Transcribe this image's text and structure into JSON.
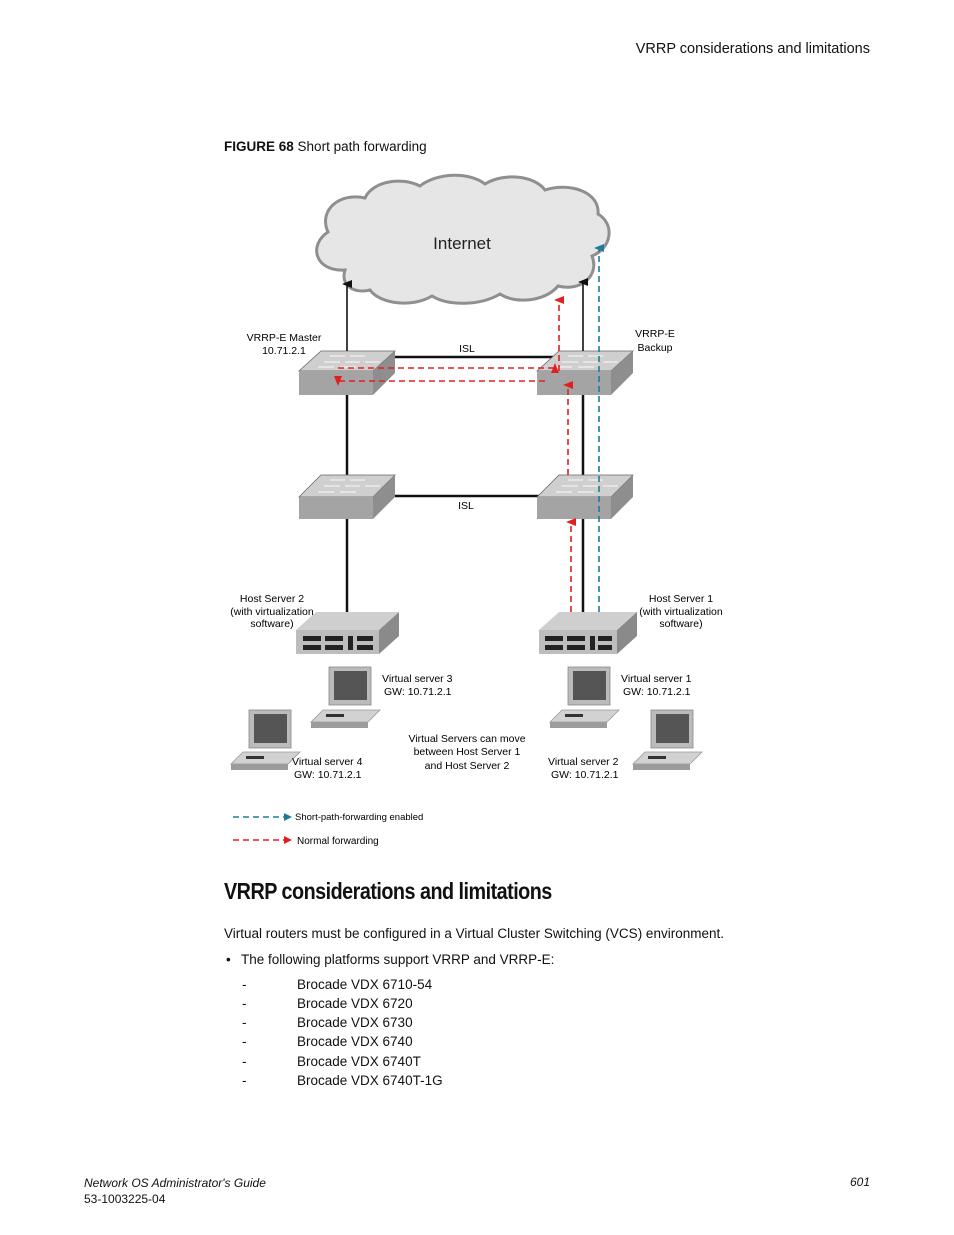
{
  "header": {
    "running_title": "VRRP considerations and limitations"
  },
  "figure": {
    "label": "FIGURE 68",
    "title": "Short path forwarding",
    "cloud_label": "Internet",
    "master_label": [
      "VRRP-E Master",
      "10.71.2.1"
    ],
    "backup_label": [
      "VRRP-E",
      "Backup"
    ],
    "isl_top": "ISL",
    "isl_bottom": "ISL",
    "host2_label": [
      "Host Server 2",
      "(with virtualization",
      "software)"
    ],
    "host1_label": [
      "Host Server 1",
      "(with virtualization",
      "software)"
    ],
    "vs3_label": [
      "Virtual server 3",
      "GW: 10.71.2.1"
    ],
    "vs1_label": [
      "Virtual server 1",
      "GW: 10.71.2.1"
    ],
    "vs4_label": [
      "Virtual server 4",
      "GW: 10.71.2.1"
    ],
    "vs2_label": [
      "Virtual server 2",
      "GW: 10.71.2.1"
    ],
    "move_note": [
      "Virtual Servers can move",
      "between Host Server 1",
      "and Host Server 2"
    ],
    "legend": [
      {
        "label": "Short-path-forwarding enabled",
        "color": "#1f7b9c",
        "icon": "arrow-dashed-blue"
      },
      {
        "label": "Normal forwarding",
        "color": "#e02020",
        "icon": "arrow-dashed-red"
      }
    ]
  },
  "section": {
    "title": "VRRP considerations and limitations",
    "intro": "Virtual routers must be configured in a Virtual Cluster Switching (VCS) environment.",
    "bullet_marker": "•",
    "bullet": "The following platforms support VRRP and VRRP-E:",
    "dash": "-",
    "platforms": [
      "Brocade VDX 6710-54",
      "Brocade VDX 6720",
      "Brocade VDX 6730",
      "Brocade VDX 6740",
      "Brocade VDX 6740T",
      "Brocade VDX 6740T-1G"
    ]
  },
  "footer": {
    "guide_title": "Network OS Administrator's Guide",
    "doc_number": "53-1003225-04",
    "page_number": "601"
  }
}
